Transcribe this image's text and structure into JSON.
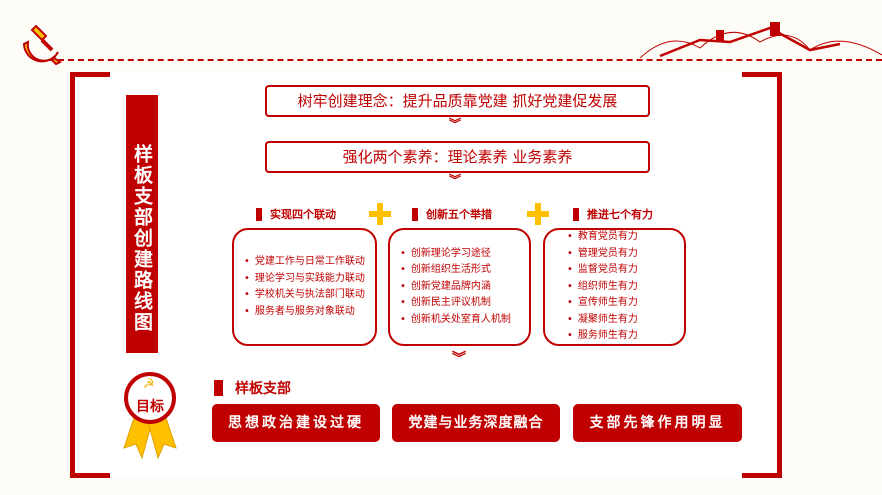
{
  "banner": "样板支部创建路线图",
  "top_boxes": [
    "树牢创建理念：提升品质靠党建  抓好党建促发展",
    "强化两个素养：理论素养  业务素养"
  ],
  "columns": [
    {
      "title": "实现四个联动",
      "items": [
        "党建工作与日常工作联动",
        "理论学习与实践能力联动",
        "学校机关与执法部门联动",
        "服务者与服务对象联动"
      ]
    },
    {
      "title": "创新五个举措",
      "items": [
        "创新理论学习途径",
        "创新组织生活形式",
        "创新党建品牌内涵",
        "创新民主评议机制",
        "创新机关处室育人机制"
      ]
    },
    {
      "title": "推进七个有力",
      "items": [
        "教育党员有力",
        "管理党员有力",
        "监督党员有力",
        "组织师生有力",
        "宣传师生有力",
        "凝聚师生有力",
        "服务师生有力"
      ]
    }
  ],
  "badge": "目标",
  "goal_title": "样板支部",
  "goals": [
    "思想政治建设过硬",
    "党建与业务深度融合",
    "支部先锋作用明显"
  ],
  "colors": {
    "primary": "#c00000",
    "accent": "#ffc000"
  }
}
